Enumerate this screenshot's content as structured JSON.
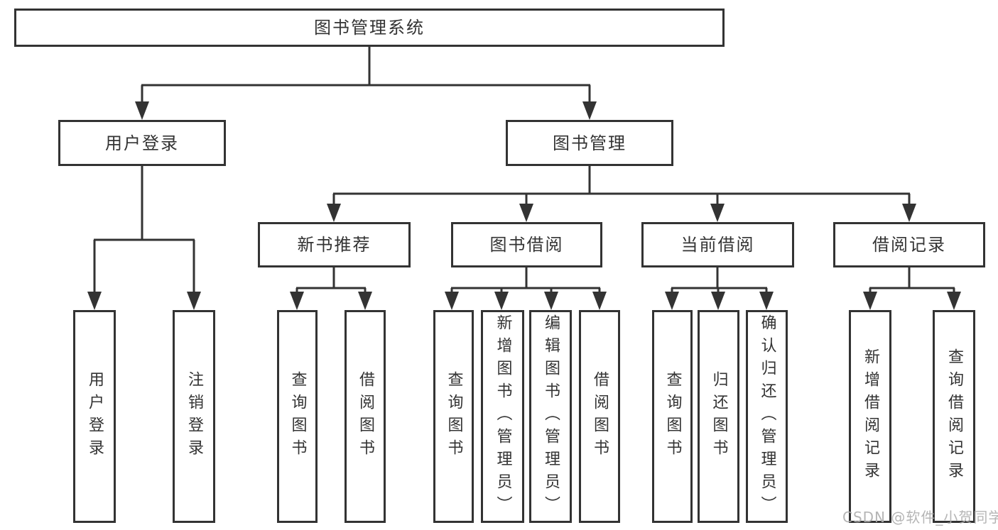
{
  "diagram": {
    "title_node": {
      "label": "图书管理系统"
    },
    "level2": [
      {
        "label": "用户登录"
      },
      {
        "label": "图书管理"
      }
    ],
    "level3": [
      {
        "label": "新书推荐"
      },
      {
        "label": "图书借阅"
      },
      {
        "label": "当前借阅"
      },
      {
        "label": "借阅记录"
      }
    ],
    "leaves": {
      "user_login": [
        {
          "label": "用户登录"
        },
        {
          "label": "注销登录"
        }
      ],
      "new_book_recommend": [
        {
          "label": "查询图书"
        },
        {
          "label": "借阅图书"
        }
      ],
      "book_borrow": [
        {
          "label": "查询图书"
        },
        {
          "label": "新增图书（管理员）"
        },
        {
          "label": "编辑图书（管理员）"
        },
        {
          "label": "借阅图书"
        }
      ],
      "current_borrow": [
        {
          "label": "查询图书"
        },
        {
          "label": "归还图书"
        },
        {
          "label": "确认归还（管理员）"
        }
      ],
      "borrow_records": [
        {
          "label": "新增借阅记录"
        },
        {
          "label": "查询借阅记录"
        }
      ]
    },
    "colors": {
      "line": "#333333",
      "text": "#333333",
      "watermark": "#adadad"
    },
    "watermark": "CSDN @软件_小贺同学"
  }
}
